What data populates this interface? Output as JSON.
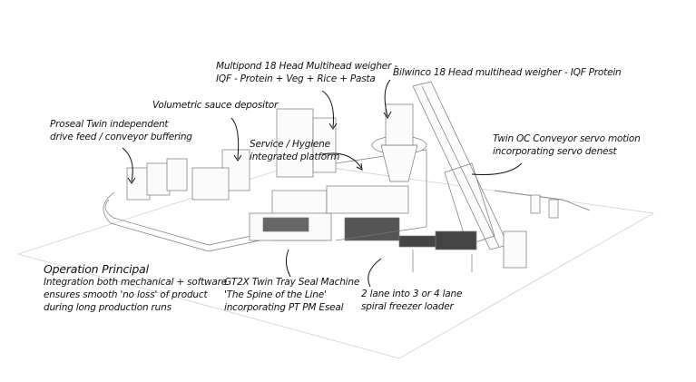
{
  "annotations": {
    "multipond": {
      "line1": "Multipond 18 Head Multihead weigher -",
      "line2": "IQF - Protein + Veg + Rice + Pasta"
    },
    "bilwinco": {
      "line1": "Bilwinco 18 Head multihead weigher - IQF Protein"
    },
    "sauce": {
      "line1": "Volumetric sauce depositor"
    },
    "proseal": {
      "line1": "Proseal Twin independent",
      "line2": "drive feed / conveyor buffering"
    },
    "service": {
      "line1": "Service / Hygiene",
      "line2": "integrated platform"
    },
    "twin_oc": {
      "line1": "Twin OC Conveyor servo motion",
      "line2": "incorporating servo denest"
    },
    "operation": {
      "title": "Operation Principal",
      "line1": "Integration both mechanical + software",
      "line2": "ensures smooth 'no loss' of product",
      "line3": "during long production runs"
    },
    "gt2x": {
      "line1": "GT2X Twin Tray Seal Machine",
      "line2": "'The Spine of the Line'",
      "line3": "incorporating PT PM Eseal"
    },
    "spiral": {
      "line1": "2 lane into 3 or 4 lane",
      "line2": "spiral freezer loader"
    }
  }
}
